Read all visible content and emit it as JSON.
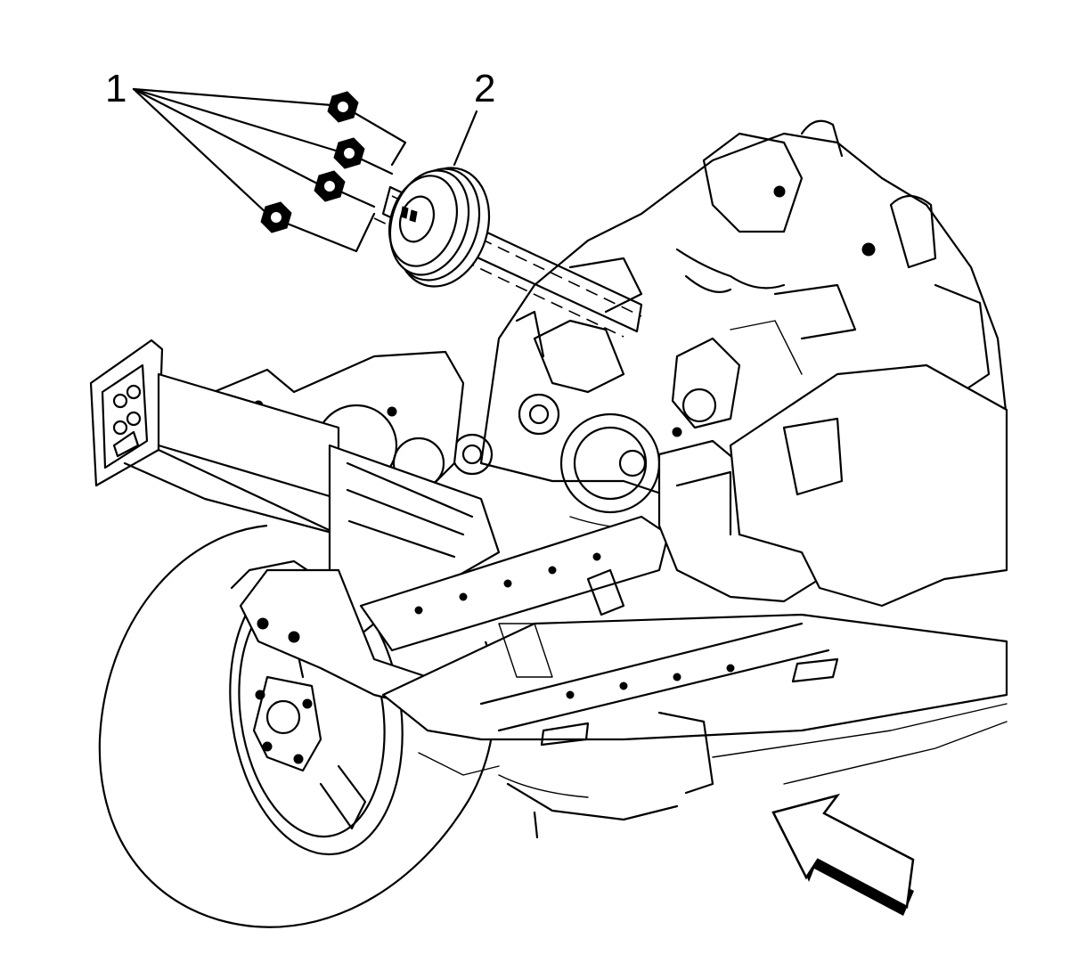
{
  "diagram": {
    "callouts": [
      {
        "id": "1",
        "label": "1",
        "target": "bolts"
      },
      {
        "id": "2",
        "label": "2",
        "target": "pulley"
      }
    ],
    "icons": {
      "bolt": "bolt-icon",
      "pulley": "crankshaft-pulley-icon",
      "arrow": "view-direction-arrow-icon"
    },
    "colors": {
      "line": "#000000",
      "background": "#ffffff"
    }
  }
}
